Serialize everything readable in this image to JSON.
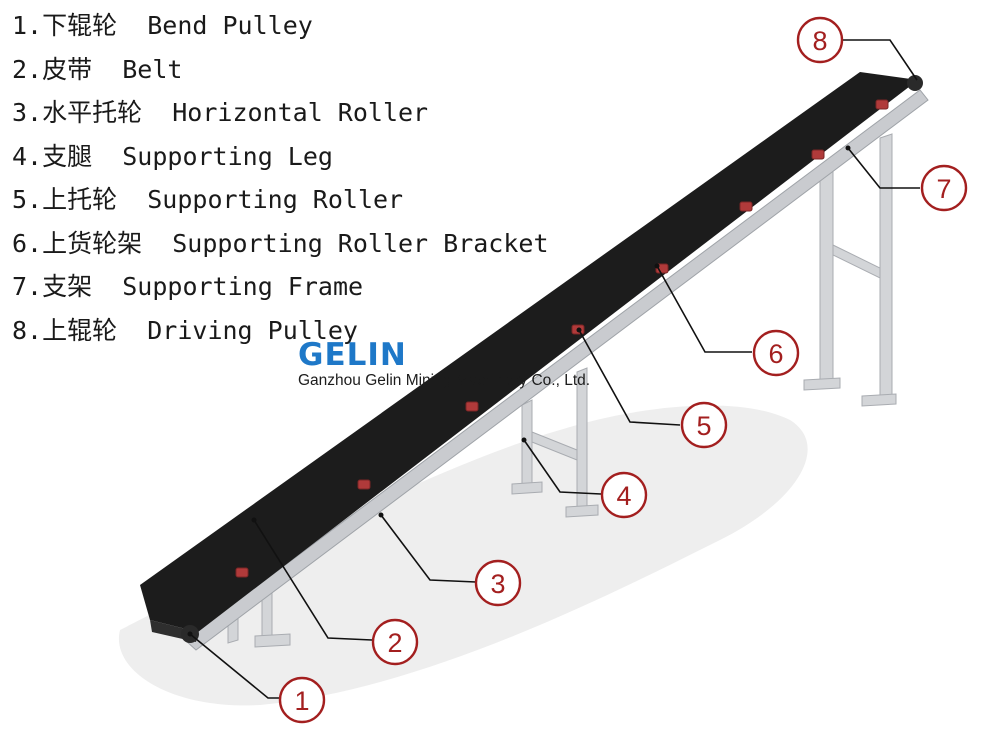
{
  "legend": {
    "items": [
      {
        "number": "1.",
        "zh": "下辊轮",
        "en": "Bend Pulley"
      },
      {
        "number": "2.",
        "zh": "皮带",
        "en": "Belt"
      },
      {
        "number": "3.",
        "zh": "水平托轮",
        "en": "Horizontal Roller"
      },
      {
        "number": "4.",
        "zh": "支腿",
        "en": "Supporting Leg"
      },
      {
        "number": "5.",
        "zh": "上托轮",
        "en": "Supporting Roller"
      },
      {
        "number": "6.",
        "zh": "上货轮架",
        "en": "Supporting Roller Bracket"
      },
      {
        "number": "7.",
        "zh": "支架",
        "en": "Supporting Frame"
      },
      {
        "number": "8.",
        "zh": "上辊轮",
        "en": "Driving Pulley"
      }
    ]
  },
  "brand": {
    "logo_text": "GELIN",
    "company": "Ganzhou Gelin Mining Machinery Co., Ltd."
  },
  "callouts": [
    "1",
    "2",
    "3",
    "4",
    "5",
    "6",
    "7",
    "8"
  ],
  "colors": {
    "callout": "#a31f1f",
    "belt": "#1c1c1c",
    "frame": "#c7c9cd",
    "roller": "#b03a3a",
    "logo": "#1e78c8"
  }
}
